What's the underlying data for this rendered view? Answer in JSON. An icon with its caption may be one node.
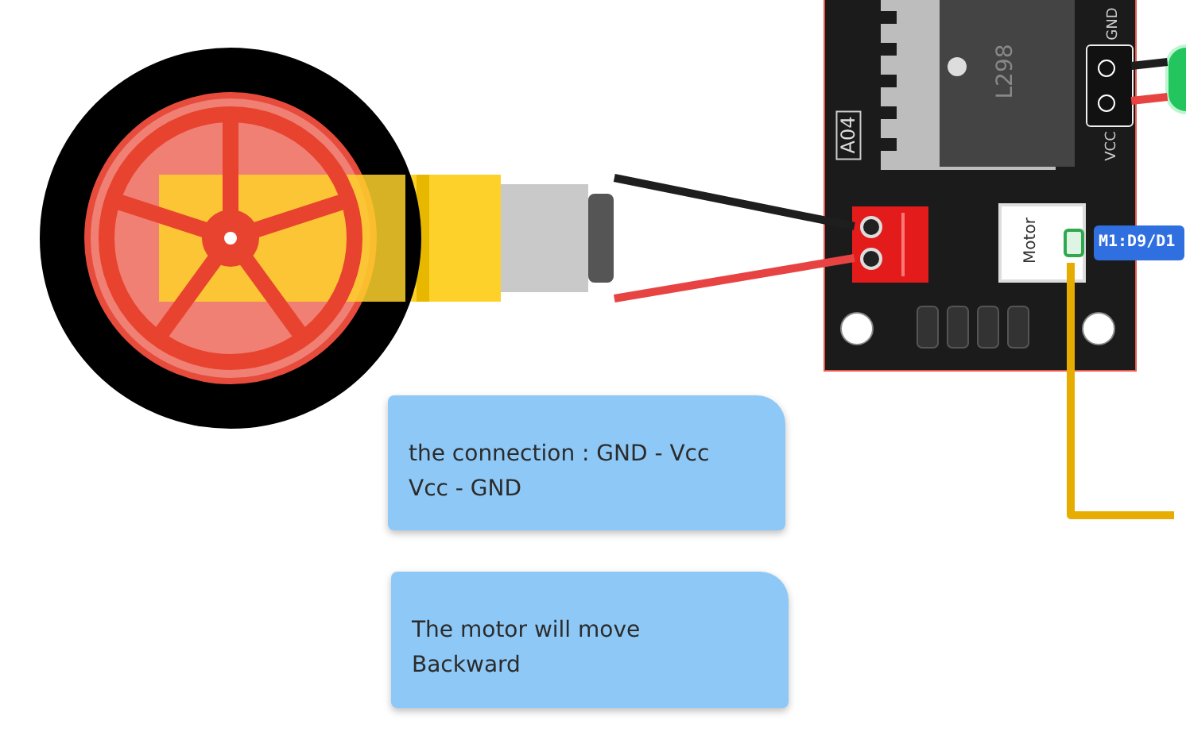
{
  "diagram": {
    "nodes": [
      {
        "text": [],
        "shape": "picture"
      },
      {
        "text": [
          "A04",
          "L298"
        ]
      },
      {
        "text": [],
        "shape": "box",
        "in": 1
      },
      {
        "text": [],
        "shape": "box",
        "in": 1,
        "beside": [
          "GND",
          "VCC"
        ]
      },
      {
        "text": [
          "Motor"
        ],
        "in": 1
      },
      {
        "text": [
          "M1:D9/D1"
        ]
      },
      {
        "text": [
          "the connection : GND - Vcc Vcc - GND"
        ]
      },
      {
        "text": [
          "The motor will move Backward"
        ]
      },
      {
        "text": [],
        "shape": "circle"
      }
    ],
    "edges": [
      {
        "from": 0,
        "to": 2,
        "arrow": "none",
        "color": "#1e1e1e"
      },
      {
        "from": 0,
        "to": 2,
        "arrow": "none",
        "color": "#e84343"
      },
      {
        "from": 3,
        "to": 8,
        "arrow": "none",
        "color": "#1e1e1e"
      },
      {
        "from": 3,
        "to": 8,
        "arrow": "none",
        "color": "#e84343"
      },
      {
        "from": 4,
        "to": null,
        "arrow": "none",
        "color": "#e6ac00"
      }
    ]
  }
}
